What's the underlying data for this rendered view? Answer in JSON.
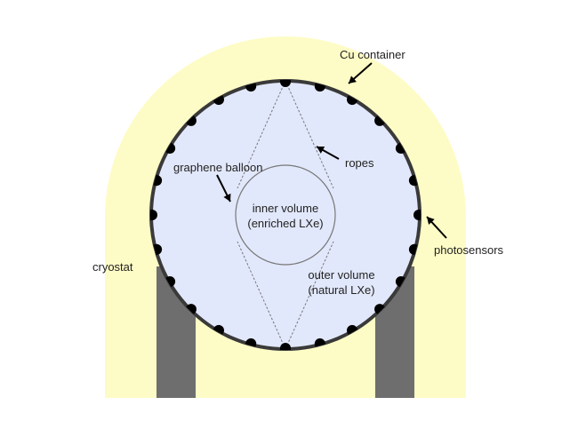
{
  "labels": {
    "cu_container": "Cu container",
    "ropes": "ropes",
    "graphene_balloon": "graphene balloon",
    "inner_volume_line1": "inner volume",
    "inner_volume_line2": "(enriched LXe)",
    "outer_volume_line1": "outer volume",
    "outer_volume_line2": "(natural LXe)",
    "photosensors": "photosensors",
    "cryostat": "cryostat"
  },
  "colors": {
    "cryostat_fill": "#fefcc6",
    "support_fill": "#6e6e6e",
    "outer_volume_fill": "#e2e8fb",
    "container_stroke": "#3a3a3a",
    "photosensor_fill": "#000000",
    "balloon_stroke": "#777777",
    "rope_stroke": "#777777",
    "arrow_color": "#000000"
  },
  "photosensor_count": 24
}
